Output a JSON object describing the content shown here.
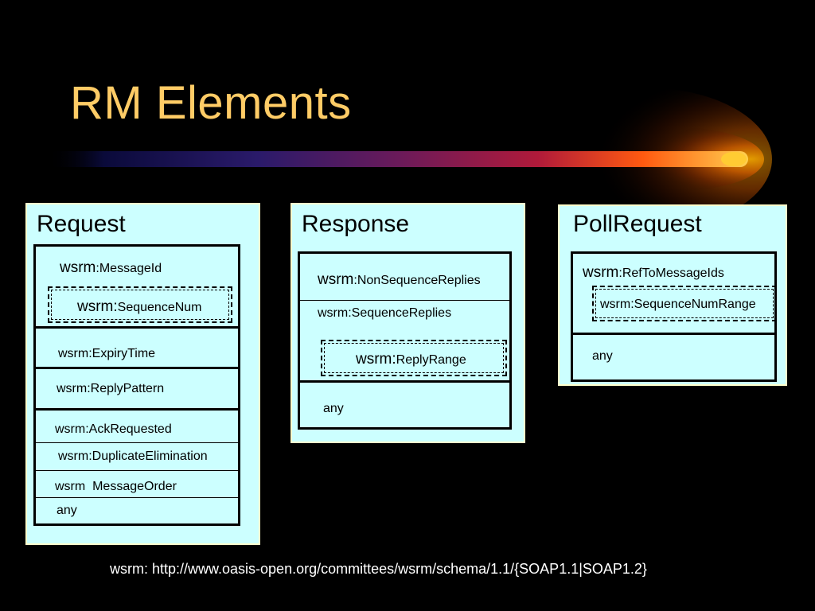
{
  "title": "RM Elements",
  "colors": {
    "background": "#000000",
    "title": "#FFCC66",
    "panel_fill": "#CCFFFF",
    "panel_border": "#FFFFCC",
    "footer_text": "#FFFFFF"
  },
  "request": {
    "title": "Request",
    "message_id_prefix": "wsrm",
    "message_id_suffix": ":MessageId",
    "sequence_num_prefix": "wsrm:",
    "sequence_num_suffix": "SequenceNum",
    "expiry_time": "wsrm:ExpiryTime",
    "reply_pattern": "wsrm:ReplyPattern",
    "ack_requested": "wsrm:AckRequested",
    "duplicate_elimination": "wsrm:DuplicateElimination",
    "message_order": "wsrm  MessageOrder",
    "any": "any"
  },
  "response": {
    "title": "Response",
    "non_sequence_prefix": "wsrm",
    "non_sequence_suffix": ":NonSequenceReplies",
    "sequence_replies": "wsrm:SequenceReplies",
    "reply_range_prefix": "wsrm:",
    "reply_range_suffix": "ReplyRange",
    "any": "any"
  },
  "poll_request": {
    "title": "PollRequest",
    "ref_prefix": "wsrm",
    "ref_suffix": ":RefToMessageIds",
    "sequence_num_range": "wsrm:SequenceNumRange",
    "any": "any"
  },
  "footer": "wsrm: http://www.oasis-open.org/committees/wsrm/schema/1.1/{SOAP1.1|SOAP1.2}"
}
